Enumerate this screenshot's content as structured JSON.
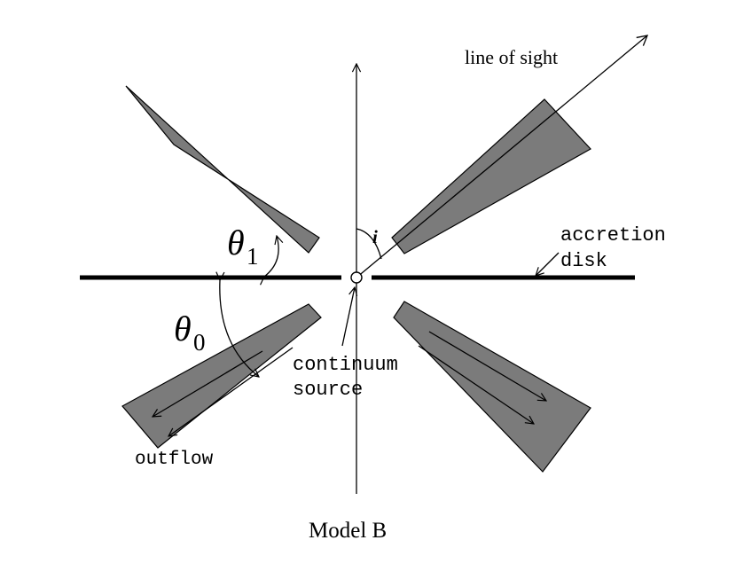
{
  "labels": {
    "line_of_sight": "line of sight",
    "inclination": "i",
    "theta1_symbol": "θ",
    "theta1_sub": "1",
    "theta0_symbol": "θ",
    "theta0_sub": "0",
    "accretion_line1": "accretion",
    "accretion_line2": "disk",
    "continuum_line1": "continuum",
    "continuum_line2": "source",
    "outflow": "outflow",
    "caption": "Model B"
  },
  "colors": {
    "cone_fill": "#7b7b7b",
    "ink": "#000000",
    "background": "#ffffff"
  }
}
